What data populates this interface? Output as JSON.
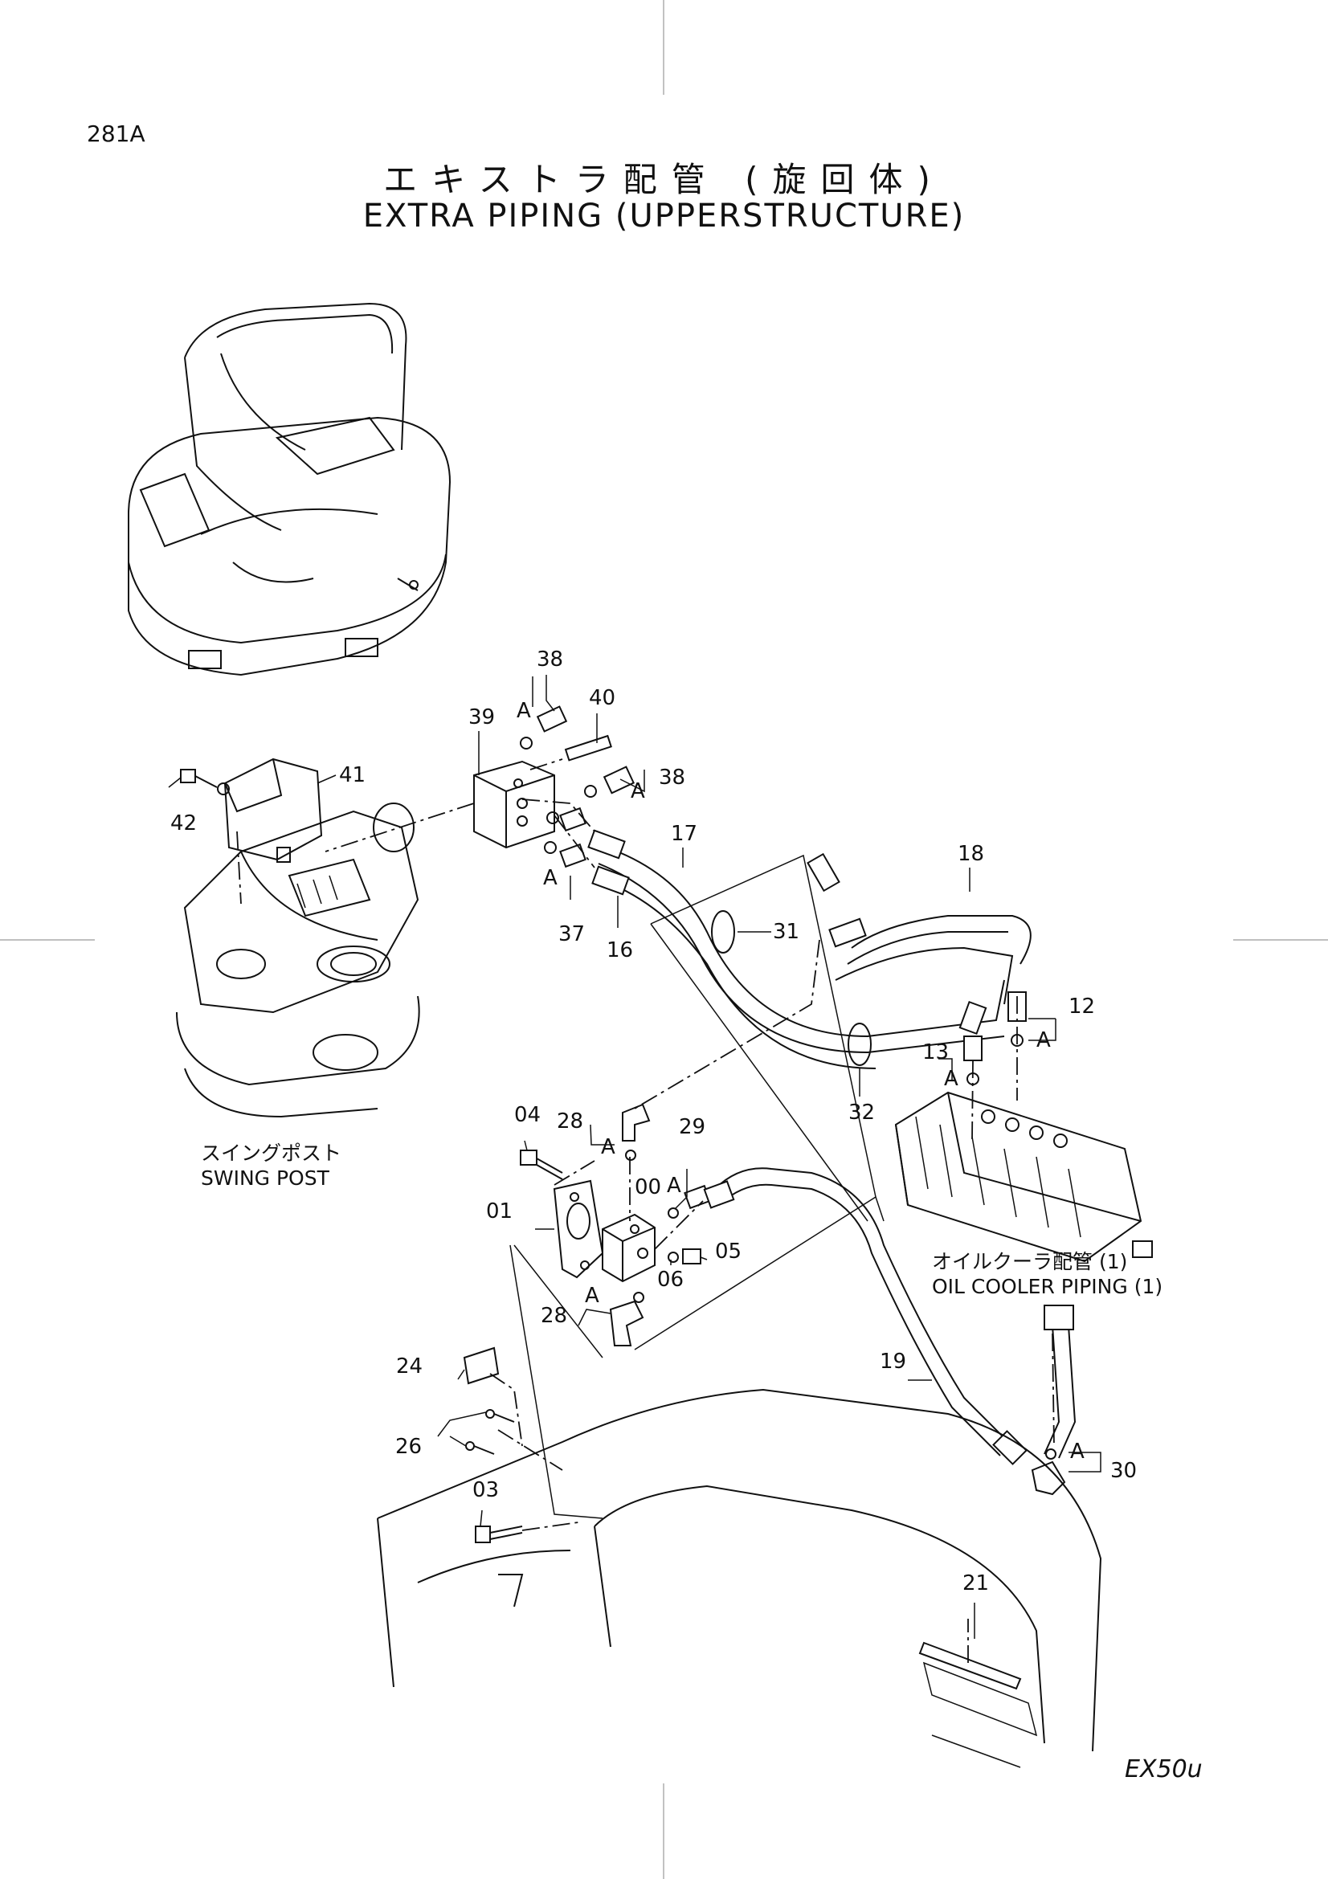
{
  "header": {
    "page_id": "281A",
    "title_ja": "エキストラ配管 (旋回体)",
    "title_en": "EXTRA PIPING (UPPERSTRUCTURE)"
  },
  "footer": {
    "model": "EX50u"
  },
  "captions": {
    "swing_post_ja": "スイングポスト",
    "swing_post_en": "SWING POST",
    "oil_cooler_ja": "オイルクーラ配管 (1)",
    "oil_cooler_en": "OIL COOLER PIPING (1)"
  },
  "part_numbers": {
    "p38a": "38",
    "p40": "40",
    "p39": "39",
    "p41": "41",
    "p38b": "38",
    "p42": "42",
    "p17": "17",
    "p18": "18",
    "p31": "31",
    "p37": "37",
    "p16": "16",
    "p12": "12",
    "p13": "13",
    "p32": "32",
    "p04": "04",
    "p28a": "28",
    "p29": "29",
    "p00": "00",
    "p01": "01",
    "p05": "05",
    "p06": "06",
    "p28b": "28",
    "p24": "24",
    "p19": "19",
    "p26": "26",
    "p03": "03",
    "p30": "30",
    "p21": "21"
  },
  "detail_markers": {
    "a1": "A",
    "a2": "A",
    "a3": "A",
    "a4": "A",
    "a5": "A",
    "a6": "A",
    "a7": "A",
    "a8": "A",
    "a9": "A"
  }
}
